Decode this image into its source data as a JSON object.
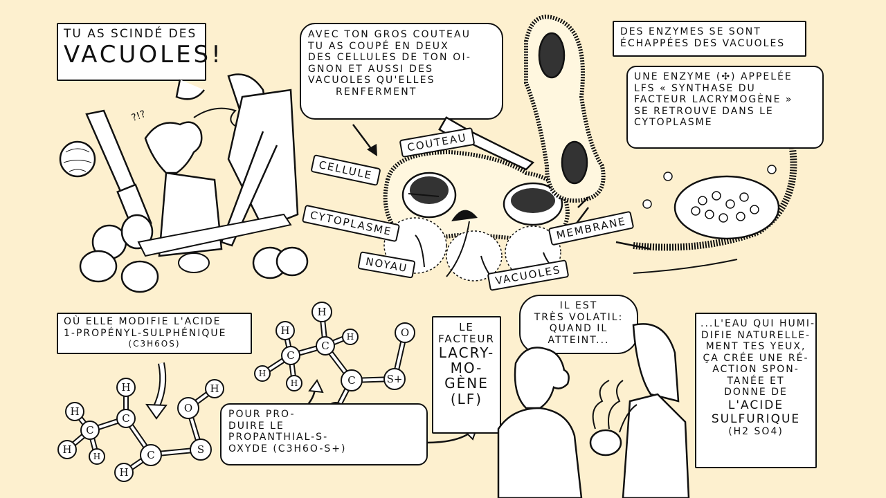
{
  "panel_top_left": {
    "bubble": {
      "line1": "TU AS SCINDÉ DES",
      "line2": "VACUOLES!"
    },
    "exclaim": "?!?"
  },
  "panel_top_middle": {
    "bubble": {
      "lines": [
        "AVEC TON GROS COUTEAU",
        "TU AS COUPÉ EN DEUX",
        "DES CELLULES DE TON OI-",
        "GNON ET AUSSI DES",
        "VACUOLES QU'ELLES",
        "RENFERMENT"
      ]
    },
    "labels": {
      "couteau": "COUTEAU",
      "cellule": "CELLULE",
      "cytoplasme": "CYTOPLASME",
      "noyau": "NOYAU",
      "vacuoles": "VACUOLES",
      "membrane": "MEMBRANE"
    }
  },
  "panel_top_right": {
    "caption": {
      "lines": [
        "DES ENZYMES SE SONT",
        "ÉCHAPPÉES DES VACUOLES"
      ]
    },
    "bubble": {
      "lines": [
        "UNE ENZYME (✣) APPELÉE",
        "LFS « SYNTHASE DU",
        "FACTEUR LACRYMOGÈNE »",
        "SE RETROUVE DANS LE",
        "CYTOPLASME"
      ]
    }
  },
  "panel_bottom_left": {
    "caption": {
      "lines": [
        "OÙ ELLE MODIFIE L'ACIDE",
        "1-PROPÉNYL-SULPHÉNIQUE",
        "(C3H6OS)"
      ]
    },
    "molecule1": {
      "atoms": [
        "H",
        "H",
        "H",
        "C",
        "H",
        "C",
        "C",
        "H",
        "S",
        "O",
        "H"
      ]
    },
    "molecule2": {
      "atoms": [
        "H",
        "H",
        "H",
        "C",
        "H",
        "C",
        "H",
        "C",
        "H",
        "S+",
        "O"
      ]
    },
    "bubble": {
      "lines": [
        "POUR PRO-",
        "DUIRE LE",
        "PROPANTHIAL-S-",
        "OXYDE (C3H6O-S+)"
      ]
    }
  },
  "panel_bottom_right": {
    "caption": {
      "lines": [
        "LE",
        "FACTEUR",
        "LACRY-",
        "MO-",
        "GÈNE",
        "(LF)"
      ]
    },
    "speech1": {
      "lines": [
        "IL EST",
        "TRÈS VOLATIL:",
        "QUAND IL",
        "ATTEINT..."
      ]
    },
    "speech2": {
      "lines": [
        "...L'EAU QUI HUMI-",
        "DIFIE NATURELLE-",
        "MENT TES YEUX,",
        "ÇA CRÉE UNE RÉ-",
        "ACTION SPON-",
        "TANÉE ET",
        "DONNE DE",
        "L'ACIDE",
        "SULFURIQUE",
        "(H2 SO4)"
      ]
    }
  },
  "colors": {
    "background": "#fdf0cf",
    "ink": "#111111",
    "paper": "#ffffff"
  }
}
